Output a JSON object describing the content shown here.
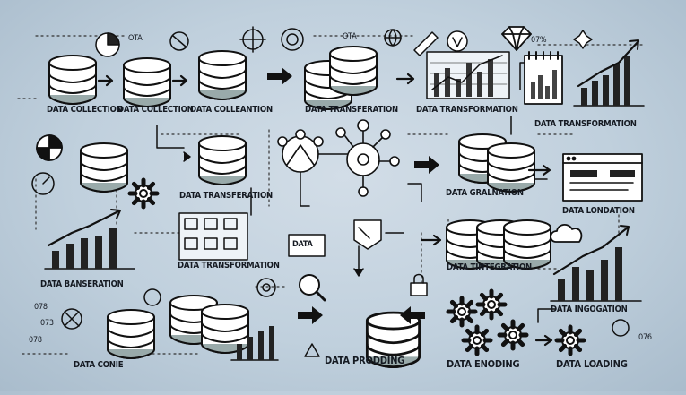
{
  "labels": {
    "data_collection_1": "DATA COLLECTION",
    "data_collection_2": "DATA COLLECTION",
    "data_colleantion": "DATA COLLEANTION",
    "data_transferation_top": "DATA TRANSFERATION",
    "data_transformation_top": "DATA TRANSFORMATION",
    "data_transformation_right": "DATA TRANSFORMATION",
    "data_transferation_mid": "DATA TRANSFERATION",
    "data_gralnation": "DATA GRALNATION",
    "data_londation": "DATA LONDATION",
    "data_transformation_mid": "DATA TRANSFORMATION",
    "data_tintegration": "DATA TINTEGRATION",
    "data_banseration": "DATA BANSERATION",
    "data_ingogation": "DATA INGOGATION",
    "data_conie": "DATA CONIE",
    "data_prodding": "DATA PRODDING",
    "data_enoding": "DATA ENODING",
    "data_loading": "DATA LOADING",
    "tag_data": "DATA",
    "scrap_ota": "OTA",
    "scrap_gta": "OTA",
    "scrap_078": "078",
    "scrap_07_pct": "07%",
    "scrap_073": "073",
    "scrap_078b": "078",
    "scrap_076": "076"
  }
}
